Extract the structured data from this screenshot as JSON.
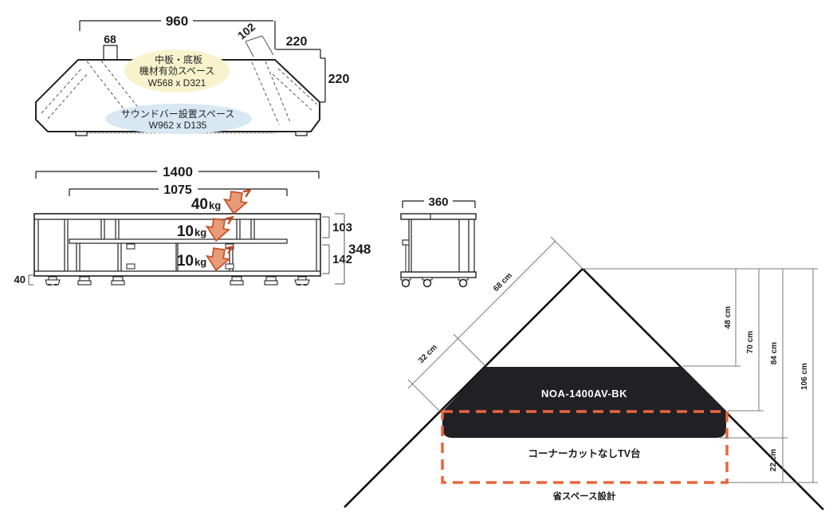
{
  "top_view": {
    "dim_back_width": "960",
    "dim_tab_width": "68",
    "dim_corner_cut": "102",
    "dim_side_offset": "220",
    "dim_side_depth": "220",
    "equipment_space": {
      "line1": "中板・底板",
      "line2": "機材有効スペース",
      "line3": "W568 x D321"
    },
    "soundbar_space": {
      "line1": "サウンドバー設置スペース",
      "line2": "W962 x D135"
    }
  },
  "front_view": {
    "dim_total_width": "1400",
    "dim_inner_width": "1075",
    "dim_upper_height": "103",
    "dim_lower_height": "142",
    "dim_total_height": "348",
    "dim_foot_height": "40",
    "load_top": {
      "value": "40",
      "unit": "kg"
    },
    "load_middle": {
      "value": "10",
      "unit": "kg"
    },
    "load_bottom": {
      "value": "10",
      "unit": "kg"
    }
  },
  "side_view": {
    "dim_depth": "360"
  },
  "corner_diagram": {
    "model_label": "NOA-1400AV-BK",
    "no_corner_cut_label": "コーナーカットなしTV台",
    "caption": "省スペース設計",
    "wall_upper": "68 cm",
    "wall_lower": "32 cm",
    "depth_back": "48 cm",
    "depth_back_nocut": "70 cm",
    "depth_front": "84 cm",
    "depth_front_nocut": "106 cm",
    "space_saved": "22 cm"
  },
  "colors": {
    "load_red": "#b23220",
    "arrow_fill": "#e79b77",
    "arrow_stroke": "#c44a23",
    "accent_orange": "#e8663d",
    "stand_fill": "#212125",
    "ellipse_yellow": "#f8f3cd",
    "ellipse_blue": "#d7e8f3"
  }
}
